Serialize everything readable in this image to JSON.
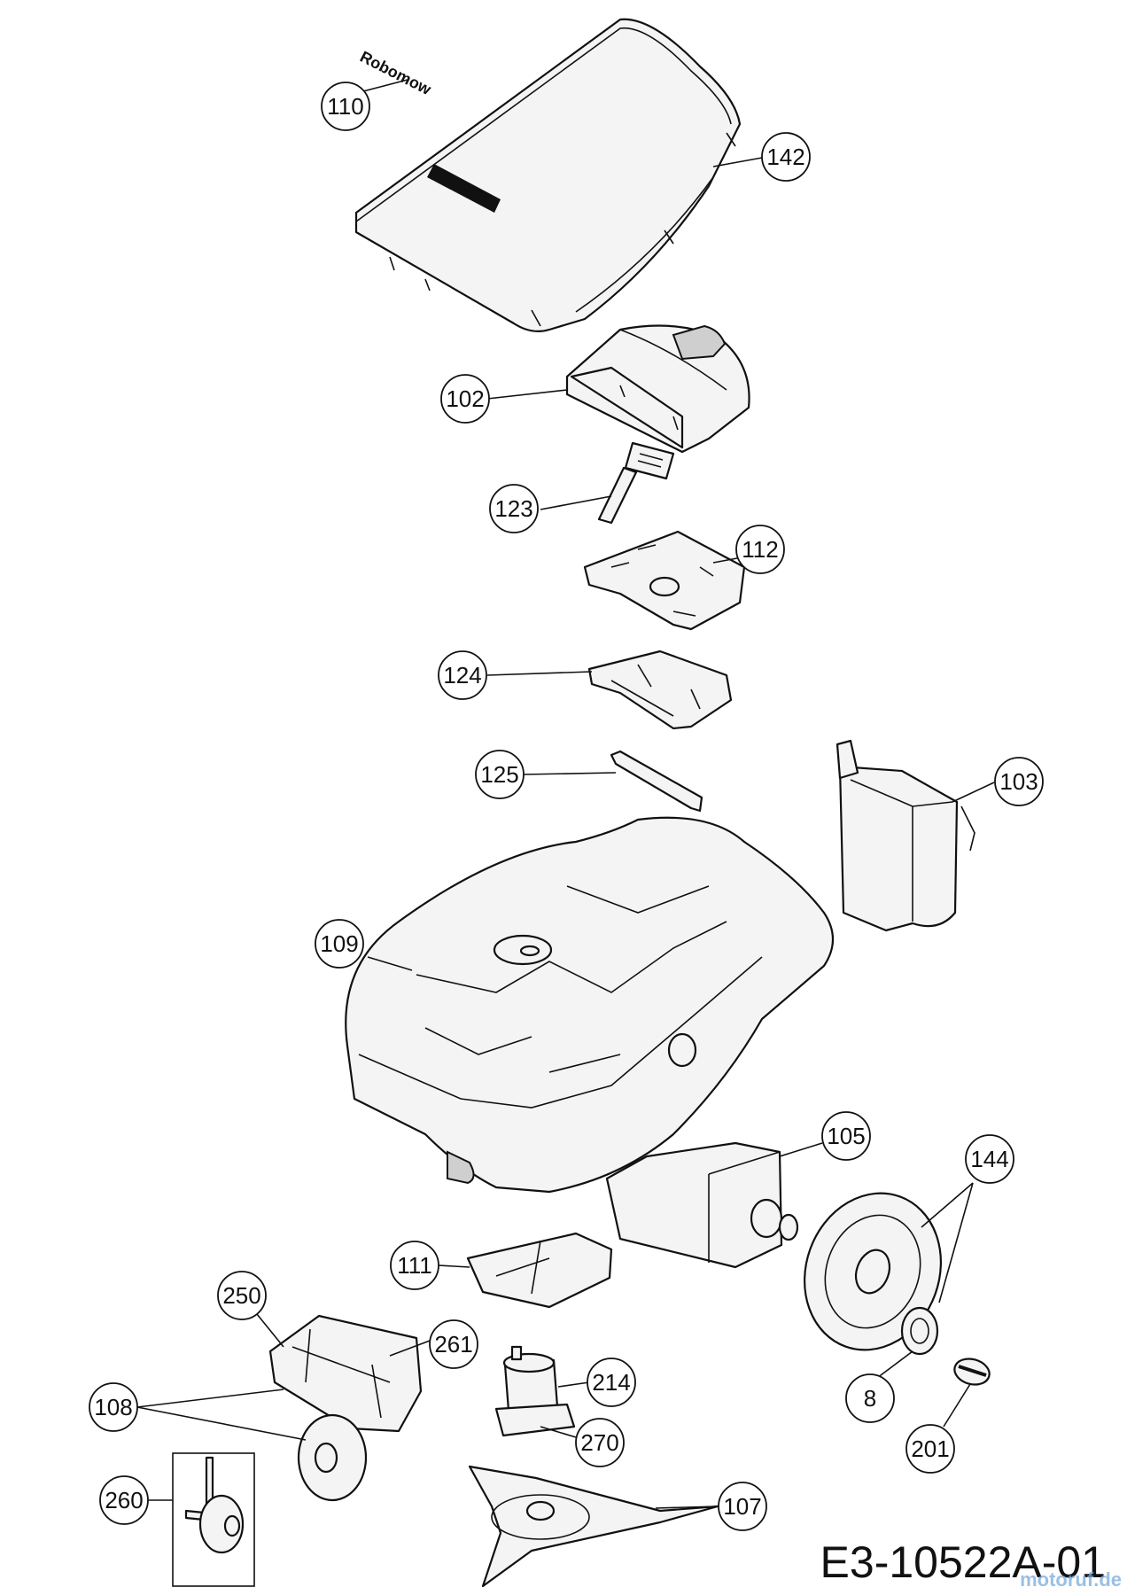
{
  "diagram": {
    "brand_logo_text": "Robomow",
    "callouts": [
      {
        "id": "110",
        "label": "110"
      },
      {
        "id": "142",
        "label": "142"
      },
      {
        "id": "102",
        "label": "102"
      },
      {
        "id": "123",
        "label": "123"
      },
      {
        "id": "112",
        "label": "112"
      },
      {
        "id": "124",
        "label": "124"
      },
      {
        "id": "125",
        "label": "125"
      },
      {
        "id": "103",
        "label": "103"
      },
      {
        "id": "109",
        "label": "109"
      },
      {
        "id": "105",
        "label": "105"
      },
      {
        "id": "144",
        "label": "144"
      },
      {
        "id": "111",
        "label": "111"
      },
      {
        "id": "250",
        "label": "250"
      },
      {
        "id": "261",
        "label": "261"
      },
      {
        "id": "214",
        "label": "214"
      },
      {
        "id": "270",
        "label": "270"
      },
      {
        "id": "108",
        "label": "108"
      },
      {
        "id": "8",
        "label": "8"
      },
      {
        "id": "201",
        "label": "201"
      },
      {
        "id": "260",
        "label": "260"
      },
      {
        "id": "107",
        "label": "107"
      }
    ],
    "document_code": "E3-10522A-01",
    "watermark": "motoruf.de"
  }
}
